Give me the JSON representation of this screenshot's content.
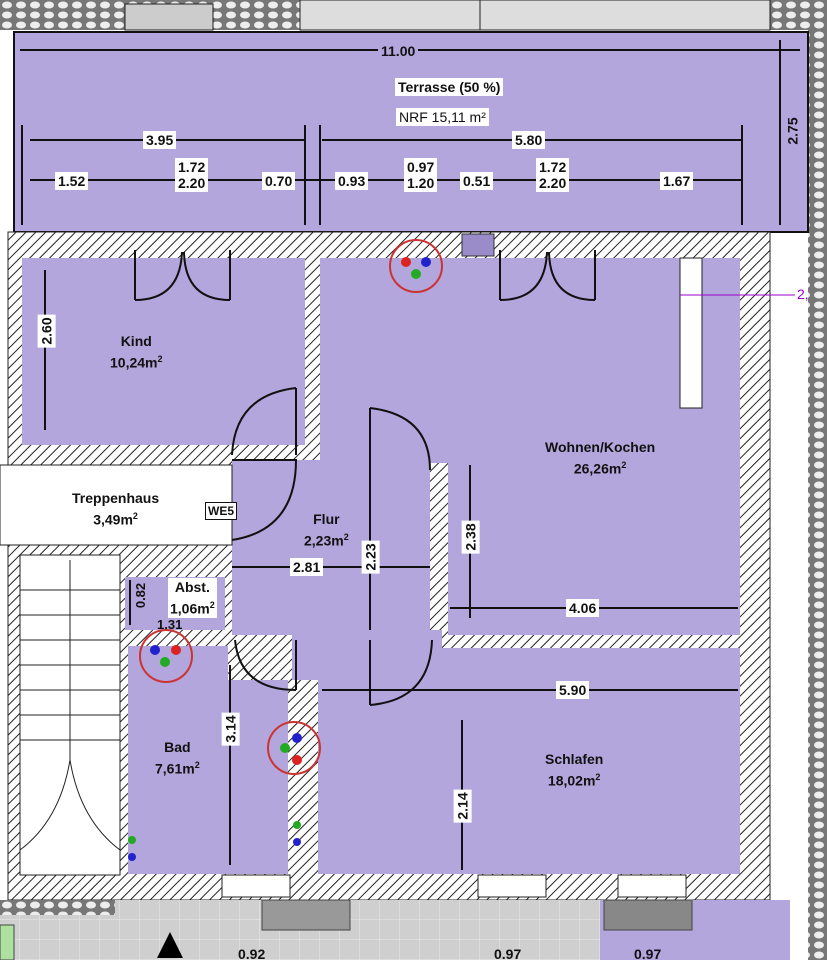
{
  "colors": {
    "room_fill": "#b3a6dc",
    "wall": "#222222",
    "stair": "#ffffff",
    "paving": "#c8c8c8"
  },
  "terrace": {
    "name": "Terrasse (50 %)",
    "area": "NRF 15,11 m²"
  },
  "dimensions": {
    "total_width": "11.00",
    "terrace_depth": "2.75",
    "left_span": "3.95",
    "right_span": "5.80",
    "d1": "1.52",
    "d2_top": "1.72",
    "d2_bottom": "2.20",
    "d3": "0.70",
    "d4": "0.93",
    "d5_top": "0.97",
    "d5_bottom": "1.20",
    "d6": "0.51",
    "d7_top": "1.72",
    "d7_bottom": "2.20",
    "d8": "1.67",
    "kind_depth": "2.60",
    "wohnen_depth": "2.38",
    "wohnen_width": "4.06",
    "flur_width": "2.81",
    "flur_depth": "2.23",
    "abst_depth": "0.82",
    "abst_width": "1.31",
    "bad_depth": "3.14",
    "schlafen_width": "5.90",
    "schlafen_depth": "2.14",
    "right_edge": "2,",
    "bottom_1": "0.92",
    "bottom_2": "0.97",
    "bottom_3": "0.97"
  },
  "rooms": [
    {
      "name": "Kind",
      "area": "10,24m",
      "unit": "2"
    },
    {
      "name": "Wohnen/Kochen",
      "area": "26,26m",
      "unit": "2"
    },
    {
      "name": "Treppenhaus",
      "area": "3,49m",
      "unit": "2"
    },
    {
      "name": "Flur",
      "area": "2,23m",
      "unit": "2"
    },
    {
      "name": "Abst.",
      "area": "1,06m",
      "unit": "2"
    },
    {
      "name": "Bad",
      "area": "7,61m",
      "unit": "2"
    },
    {
      "name": "Schlafen",
      "area": "18,02m",
      "unit": "2"
    }
  ],
  "unit_tag": "WE5"
}
